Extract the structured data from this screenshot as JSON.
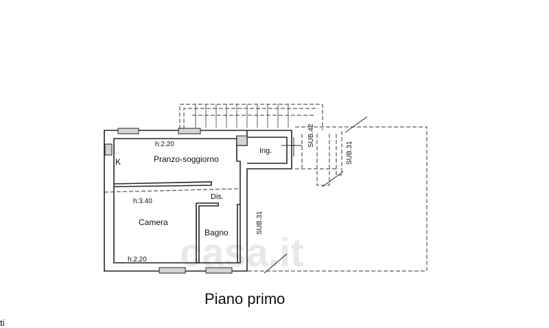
{
  "caption": "Piano primo",
  "corner_text": "ti",
  "watermark": "casa.it",
  "rooms": {
    "k": "K",
    "pranzo": "Pranzo-soggiorno",
    "ingresso": "Ing.",
    "disimpegno": "Dis.",
    "camera": "Camera",
    "bagno": "Bagno"
  },
  "heights": {
    "h1": "h:2.20",
    "h2": "h:3.40",
    "h3": "h:2.20"
  },
  "sub_labels": {
    "sub42": "SUB.42",
    "sub31_upper": "SUB.31",
    "sub31_lower": "SUB.31"
  },
  "colors": {
    "wall": "#222222",
    "dash": "#333333",
    "window_fill": "#cfcfcf",
    "watermark": "#e6e6e6"
  }
}
